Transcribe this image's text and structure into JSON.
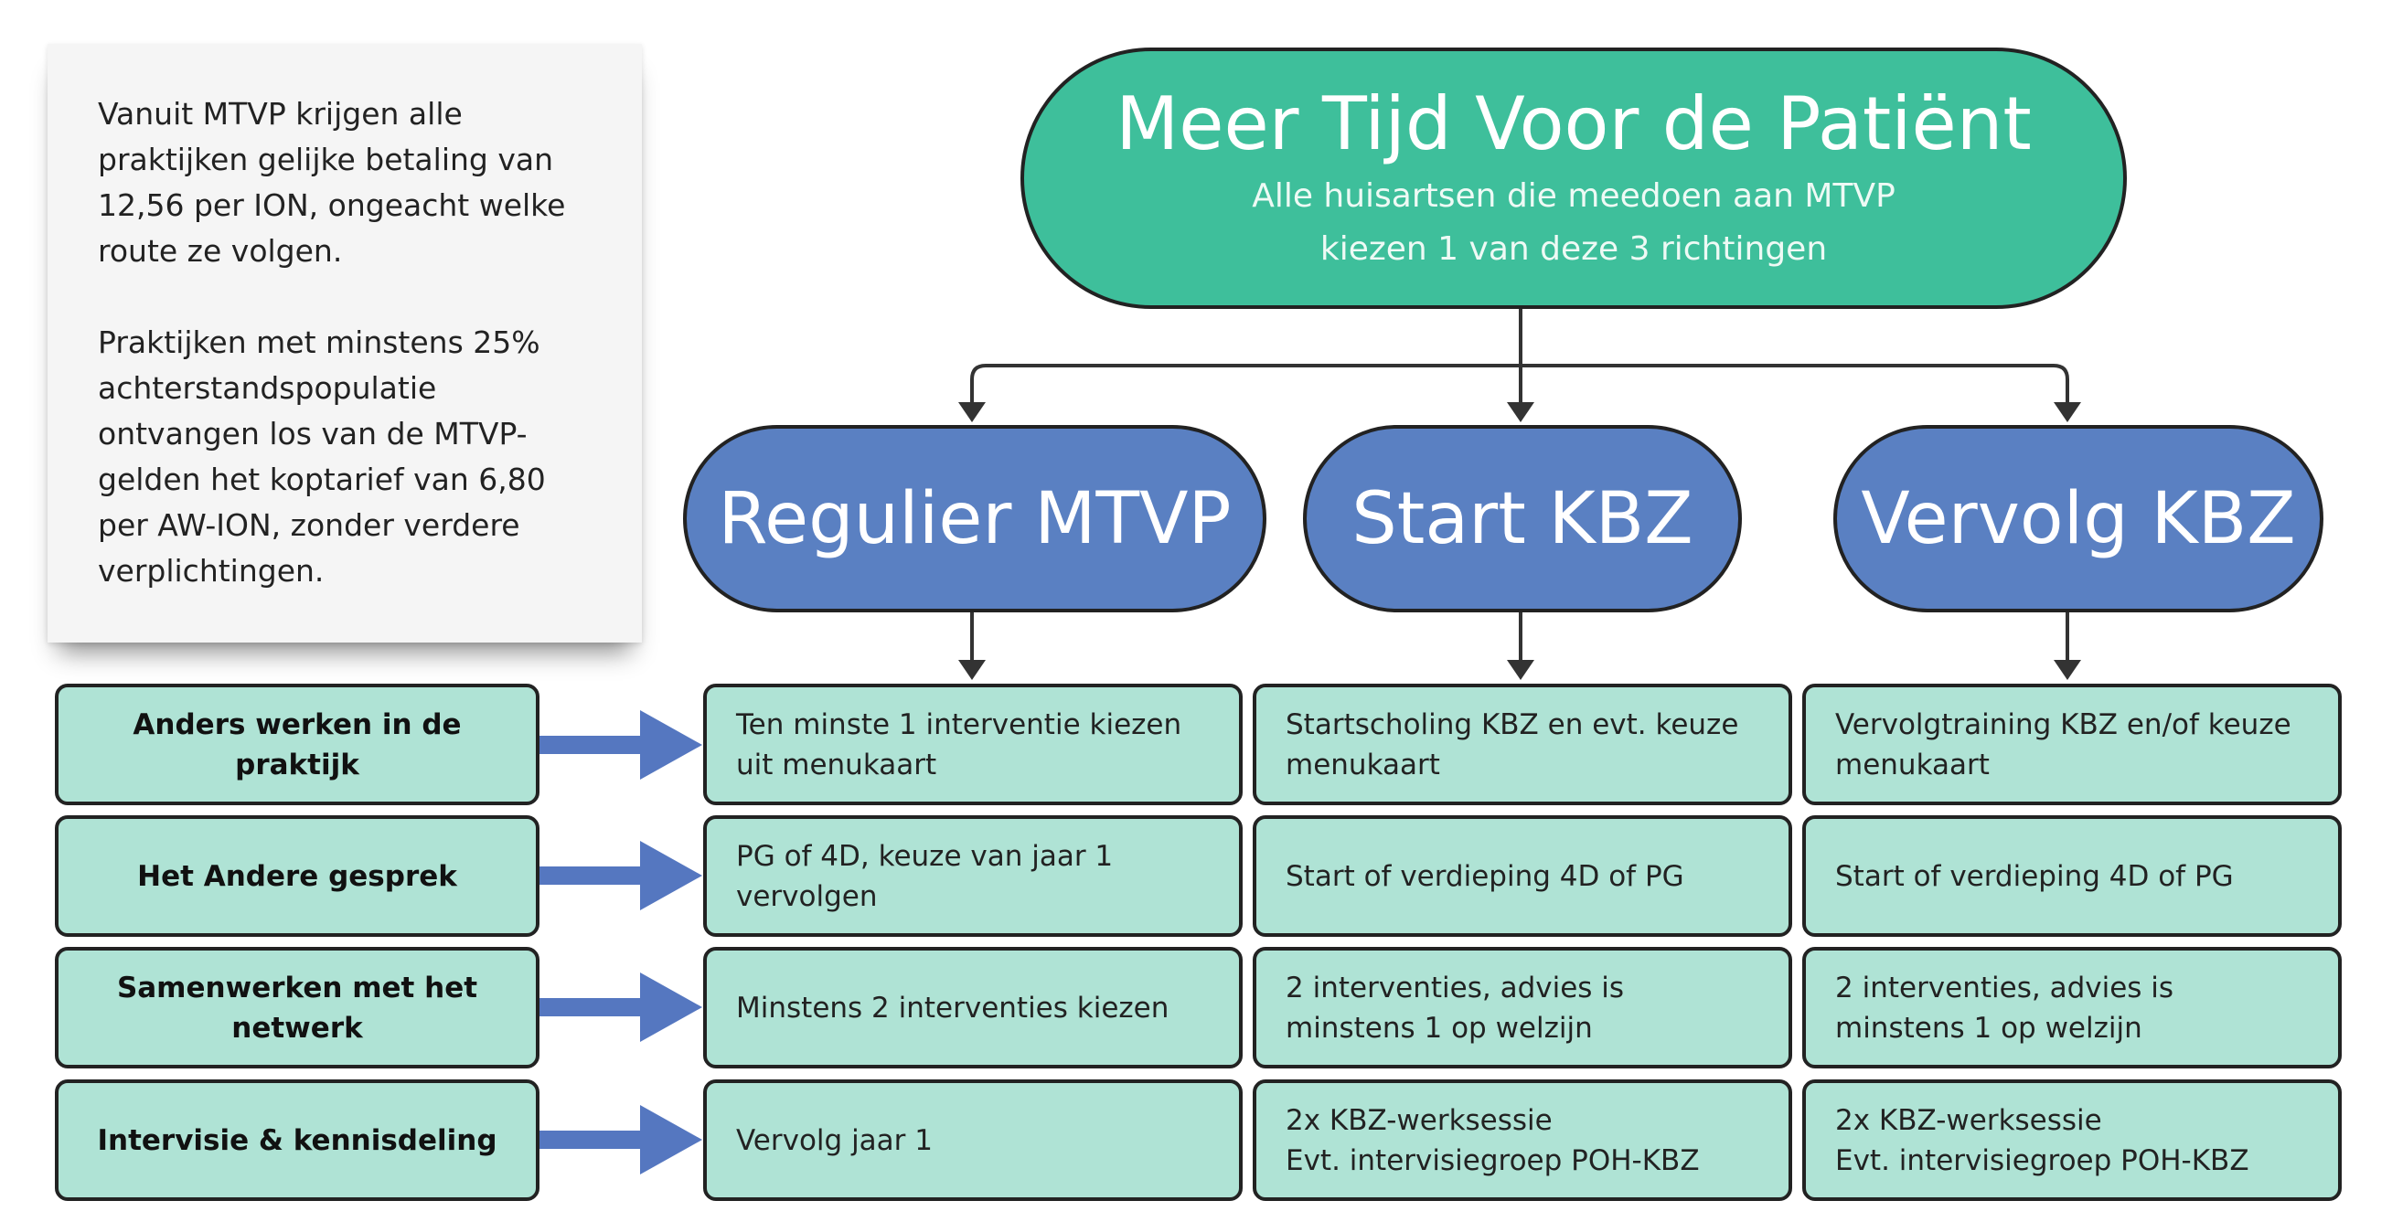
{
  "note": {
    "paragraph1": "Vanuit MTVP krijgen alle praktijken gelijke betaling van 12,56 per ION, ongeacht welke route ze volgen.",
    "paragraph2": "Praktijken met minstens 25% achterstandspopulatie ontvangen los van de MTVP-gelden het koptarief van 6,80 per AW-ION, zonder verdere verplichtingen."
  },
  "header": {
    "title": "Meer Tijd Voor de Patiënt",
    "subtitle_line1": "Alle huisartsen die meedoen aan MTVP",
    "subtitle_line2": "kiezen 1 van deze 3 richtingen"
  },
  "routes": [
    "Regulier MTVP",
    "Start KBZ",
    "Vervolg KBZ"
  ],
  "rows": [
    {
      "label": "Anders werken in de praktijk",
      "cells": [
        "Ten minste 1 interventie kiezen uit menukaart",
        "Startscholing KBZ en evt. keuze menukaart",
        "Vervolgtraining KBZ en/of keuze menukaart"
      ]
    },
    {
      "label": "Het Andere gesprek",
      "cells": [
        "PG of 4D, keuze van jaar 1 vervolgen",
        "Start of verdieping 4D of PG",
        "Start of verdieping 4D of PG"
      ]
    },
    {
      "label": "Samenwerken met het netwerk",
      "cells": [
        "Minstens 2 interventies kiezen",
        "2 interventies, advies is minstens 1 op welzijn",
        "2 interventies, advies is minstens 1 op welzijn"
      ]
    },
    {
      "label": "Intervisie & kennisdeling",
      "cells": [
        "Vervolg jaar 1",
        "2x KBZ-werksessie\nEvt. intervisiegroep POH-KBZ",
        "2x KBZ-werksessie\nEvt. intervisiegroep POH-KBZ"
      ]
    }
  ],
  "colors": {
    "header_fill": "#3ebf9b",
    "route_fill": "#5a80c2",
    "cell_fill": "#afe3d5",
    "row_arrow": "#5577c0",
    "connector": "#333333"
  }
}
